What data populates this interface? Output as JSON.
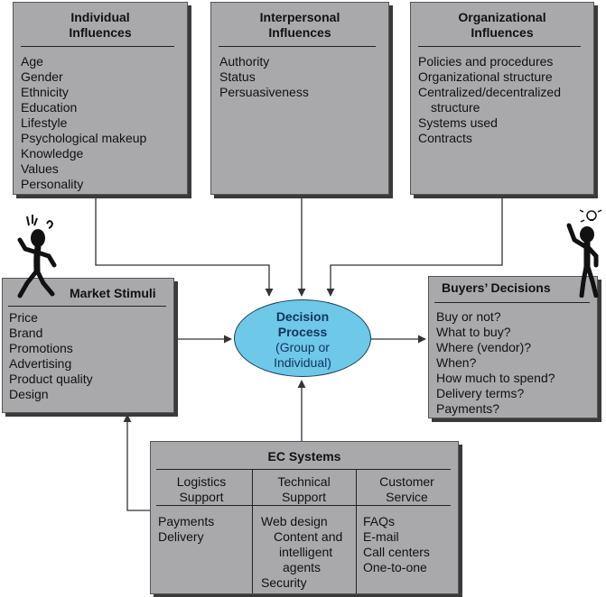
{
  "individual": {
    "title_l1": "Individual",
    "title_l2": "Influences",
    "items": [
      "Age",
      "Gender",
      "Ethnicity",
      "Education",
      "Lifestyle",
      "Psychological makeup",
      "Knowledge",
      "Values",
      "Personality"
    ]
  },
  "interpersonal": {
    "title_l1": "Interpersonal",
    "title_l2": "Influences",
    "items": [
      "Authority",
      "Status",
      "Persuasiveness"
    ]
  },
  "organizational": {
    "title_l1": "Organizational",
    "title_l2": "Influences",
    "items": [
      "Policies and procedures",
      "Organizational structure",
      "Centralized/decentralized",
      "structure",
      "Systems used",
      "Contracts"
    ]
  },
  "market": {
    "title": "Market Stimuli",
    "items": [
      "Price",
      "Brand",
      "Promotions",
      "Advertising",
      "Product quality",
      "Design"
    ]
  },
  "decision": {
    "line1": "Decision",
    "line2": "Process",
    "line3": "(Group or",
    "line4": "Individual)"
  },
  "buyers": {
    "title": "Buyers’ Decisions",
    "items": [
      "Buy or not?",
      "What to buy?",
      "Where (vendor)?",
      "When?",
      "How much to spend?",
      "Delivery terms?",
      "Payments?"
    ]
  },
  "ec": {
    "title": "EC Systems",
    "columns": [
      {
        "h1": "Logistics",
        "h2": "Support",
        "items": [
          "Payments",
          "Delivery"
        ]
      },
      {
        "h1": "Technical",
        "h2": "Support",
        "items": [
          "Web design",
          "Content and",
          "intelligent",
          "agents",
          "Security"
        ]
      },
      {
        "h1": "Customer",
        "h2": "Service",
        "items": [
          "FAQs",
          "E-mail",
          "Call centers",
          "One-to-one"
        ]
      }
    ]
  },
  "colors": {
    "box_fill": "#a9a9ab",
    "ellipse_fill": "#6ec8e8",
    "title_blue": "#12355a"
  }
}
